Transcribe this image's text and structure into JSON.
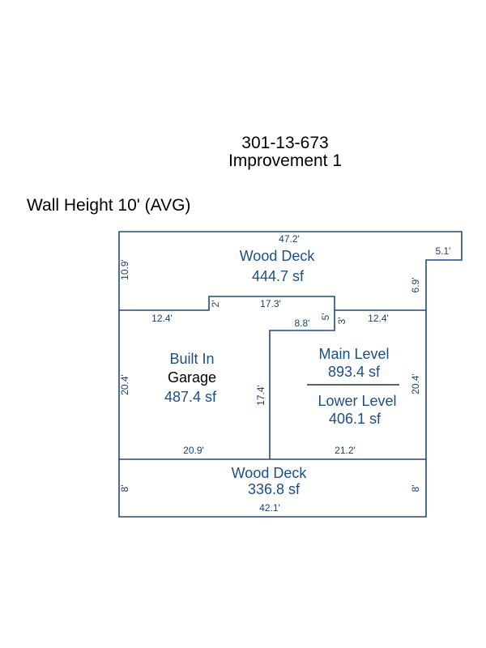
{
  "header": {
    "parcel_id": "301-13-673",
    "improvement": "Improvement 1",
    "wall_height": "Wall Height 10' (AVG)"
  },
  "areas": {
    "top_deck_name": "Wood Deck",
    "top_deck_sf": "444.7 sf",
    "garage_line1": "Built In",
    "garage_line2": "Garage",
    "garage_sf": "487.4 sf",
    "main_name": "Main Level",
    "main_sf": "893.4 sf",
    "lower_name": "Lower Level",
    "lower_sf": "406.1 sf",
    "bottom_deck_name": "Wood Deck",
    "bottom_deck_sf": "336.8 sf"
  },
  "dimensions": {
    "top_width": "47.2'",
    "notch_width": "5.1'",
    "left_deck_height": "10.9'",
    "right_deck_height": "6.9'",
    "bump_height": "2'",
    "bump_width": "17.3'",
    "left_segment": "12.4'",
    "right_segment": "12.4'",
    "step_height": "5'",
    "step_width": "8.8'",
    "small_step": "3'",
    "garage_height": "20.4'",
    "garage_inner_height": "17.4'",
    "main_height": "20.4'",
    "garage_bottom": "20.9'",
    "main_bottom": "21.2'",
    "bottom_left_height": "8'",
    "bottom_right_height": "8'",
    "bottom_width": "42.1'"
  }
}
